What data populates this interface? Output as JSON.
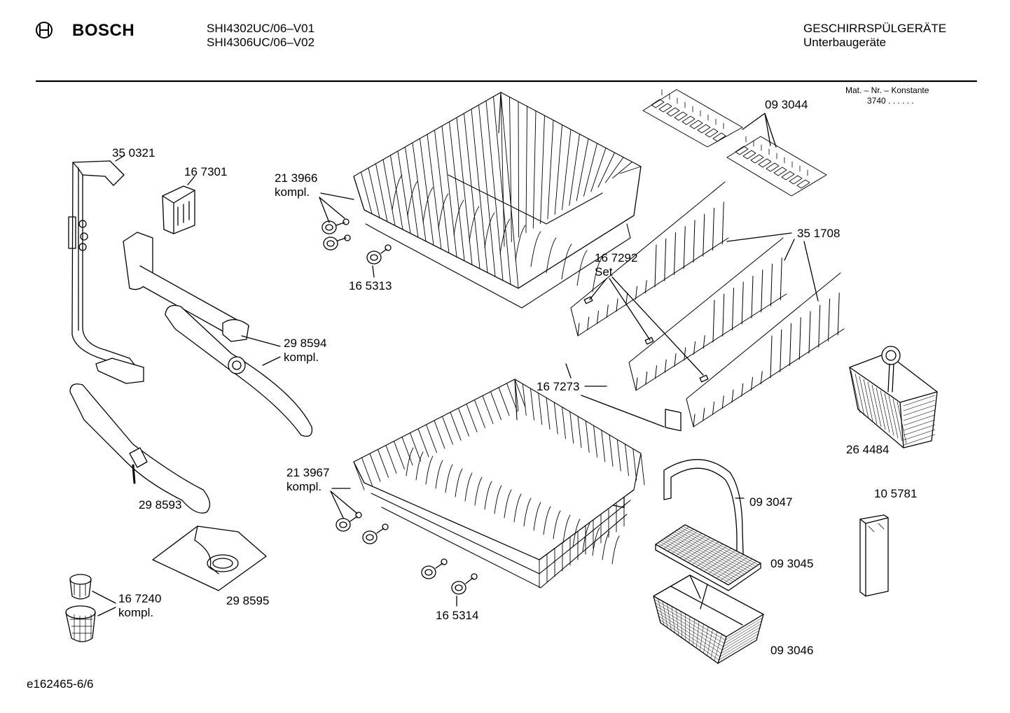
{
  "header": {
    "brand": "BOSCH",
    "models": [
      "SHI4302UC/06–V01",
      "SHI4306UC/06–V02"
    ],
    "category": "GESCHIRRSPÜLGERÄTE",
    "subcategory": "Unterbaugeräte"
  },
  "mat_info": {
    "label": "Mat. – Nr. – Konstante",
    "value": "3740 . .   . . . ."
  },
  "parts": {
    "p350321": "35 0321",
    "p167301": "16 7301",
    "p213966": "21 3966",
    "p213966_note": "kompl.",
    "p165313": "16 5313",
    "p093044": "09 3044",
    "p351708": "35 1708",
    "p167292": "16 7292",
    "p167292_note": "Set",
    "p298594": "29 8594",
    "p298594_note": "kompl.",
    "p167273": "16 7273",
    "p264484": "26 4484",
    "p298593": "29 8593",
    "p213967": "21 3967",
    "p213967_note": "kompl.",
    "p093047": "09 3047",
    "p105781": "10 5781",
    "p093045": "09 3045",
    "p298595": "29 8595",
    "p167240": "16 7240",
    "p167240_note": "kompl.",
    "p165314": "16 5314",
    "p093046": "09 3046"
  },
  "footer": {
    "doc_id": "e162465-6/6"
  }
}
